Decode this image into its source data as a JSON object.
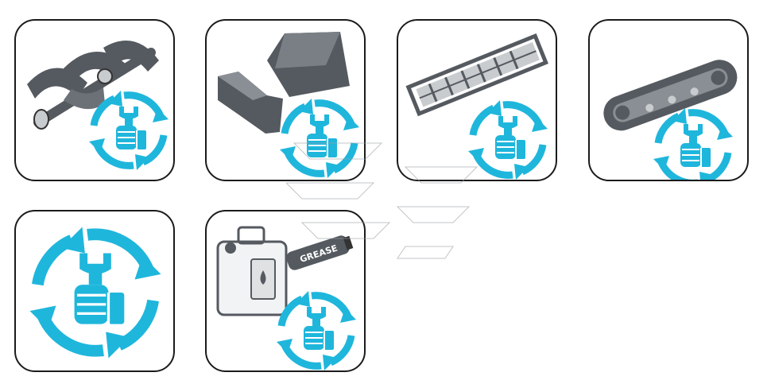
{
  "tiles": [
    {
      "part": "auger",
      "icon": "auger-icon"
    },
    {
      "part": "bucket",
      "icon": "bucket-icon"
    },
    {
      "part": "conveyor-belt",
      "icon": "conveyor-belt-icon"
    },
    {
      "part": "crawler-track",
      "icon": "crawler-track-icon"
    },
    {
      "part": "maintenance",
      "icon": "maintenance-cycle-icon"
    },
    {
      "part": "lubricants",
      "icon": "lubricant-icon"
    }
  ],
  "grease_label": "GREASE",
  "colors": {
    "accent": "#1fb6dc",
    "border": "#1b1b1b",
    "part": "#555a60",
    "part_light": "#c9cccf"
  }
}
